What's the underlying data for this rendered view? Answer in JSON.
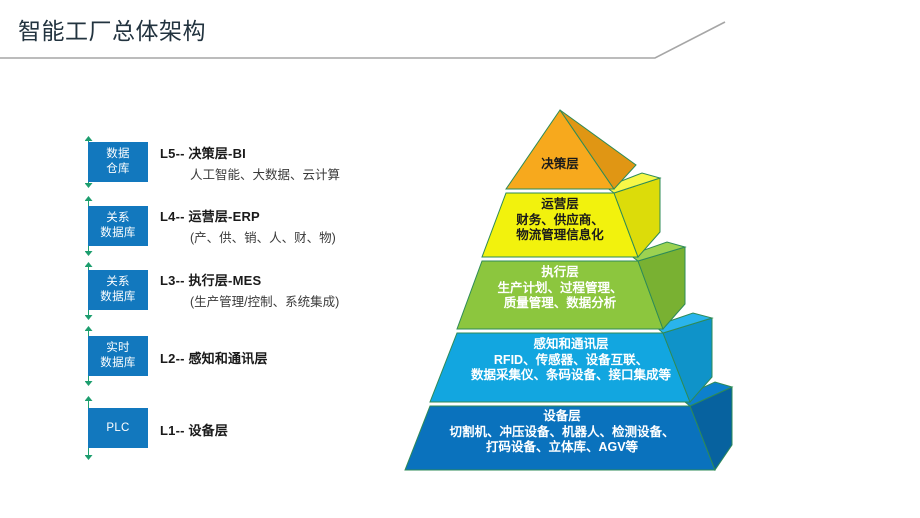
{
  "header": {
    "title": "智能工厂总体架构",
    "rule_color": "#a6a6a6"
  },
  "colors": {
    "db_box": "#1278be",
    "axis_arrow": "#1d9e6e",
    "tier_decision": "#f7a91d",
    "tier_operation": "#f2f20d",
    "tier_execution": "#8cc63e",
    "tier_sensing": "#12a6e0",
    "tier_equipment": "#0a72bd",
    "tier_outline": "#2e8b57"
  },
  "left_column": {
    "rows": [
      {
        "db_label": "数据\n仓库",
        "db_lines": [
          "数据",
          "仓库"
        ],
        "level_main": "L5-- 决策层-BI",
        "level_sub": "人工智能、大数据、云计算"
      },
      {
        "db_lines": [
          "关系",
          "数据库"
        ],
        "level_main": "L4-- 运营层-ERP",
        "level_sub": "(产、供、销、人、财、物)"
      },
      {
        "db_lines": [
          "关系",
          "数据库"
        ],
        "level_main": "L3-- 执行层-MES",
        "level_sub": "(生产管理/控制、系统集成)"
      },
      {
        "db_lines": [
          "实时",
          "数据库"
        ],
        "level_main": "L2-- 感知和通讯层",
        "level_sub": ""
      },
      {
        "db_lines": [
          "PLC",
          ""
        ],
        "level_main": "L1-- 设备层",
        "level_sub": ""
      }
    ]
  },
  "pyramid": {
    "tiers": [
      {
        "name": "decision",
        "title": "决策层",
        "details": []
      },
      {
        "name": "operation",
        "title": "运营层",
        "details": [
          "财务、供应商、",
          "物流管理信息化"
        ]
      },
      {
        "name": "execution",
        "title": "执行层",
        "details": [
          "生产计划、过程管理、",
          "质量管理、数据分析"
        ]
      },
      {
        "name": "sensing",
        "title": "感知和通讯层",
        "details": [
          "RFID、传感器、设备互联、",
          "数据采集仪、条码设备、接口集成等"
        ]
      },
      {
        "name": "equipment",
        "title": "设备层",
        "details": [
          "切割机、冲压设备、机器人、检测设备、",
          "打码设备、立体库、AGV等"
        ]
      }
    ]
  }
}
